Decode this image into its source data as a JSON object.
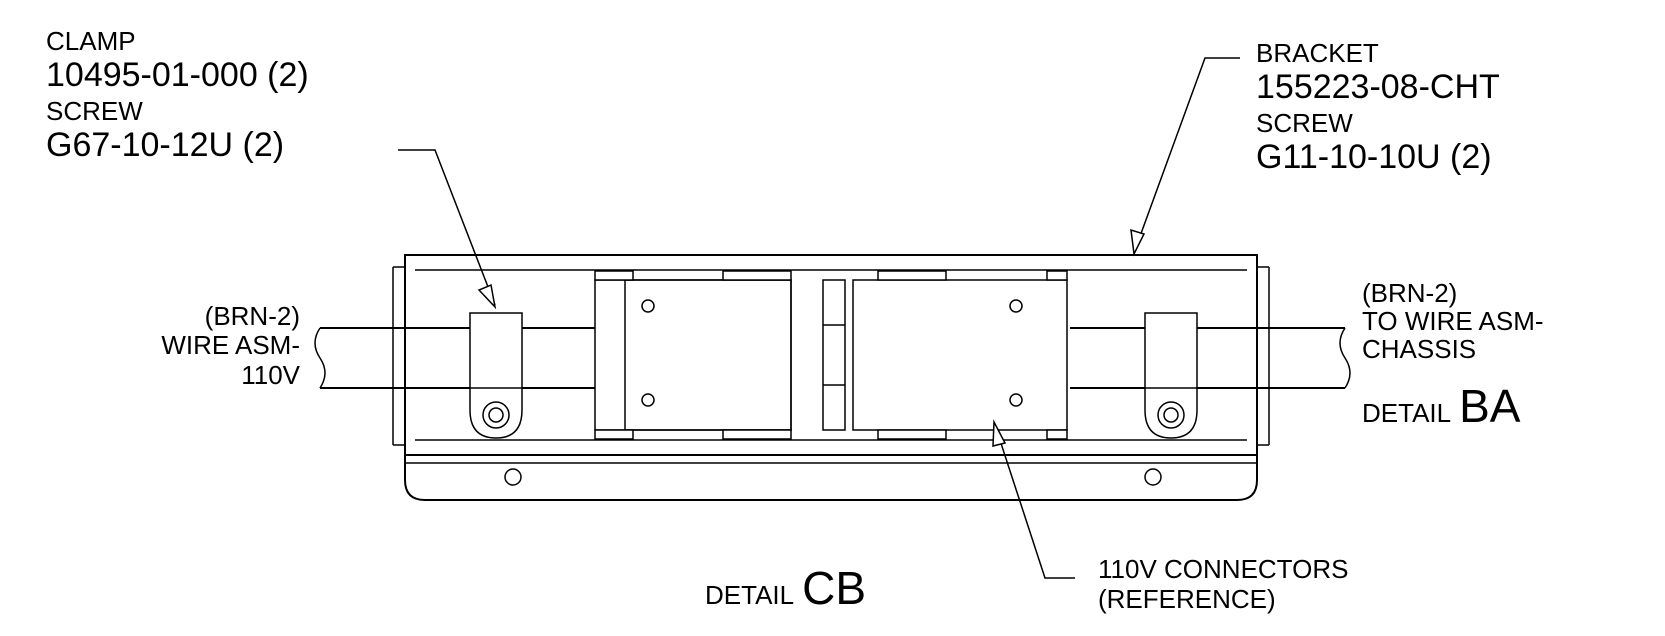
{
  "labels": {
    "clamp": {
      "title": "CLAMP",
      "part": "10495-01-000 (2)"
    },
    "clamp_screw": {
      "title": "SCREW",
      "part": "G67-10-12U (2)"
    },
    "bracket": {
      "title": "BRACKET",
      "part": "155223-08-CHT"
    },
    "bracket_screw": {
      "title": "SCREW",
      "part": "G11-10-10U (2)"
    },
    "left_wire": {
      "line1": "(BRN-2)",
      "line2": "WIRE ASM-",
      "line3": "110V"
    },
    "right_wire": {
      "line1": "(BRN-2)",
      "line2": "TO WIRE ASM-",
      "line3": "CHASSIS",
      "detail_prefix": "DETAIL",
      "detail_id": "BA"
    },
    "connectors": {
      "line1": "110V CONNECTORS",
      "line2": "(REFERENCE)"
    },
    "detail_main": {
      "prefix": "DETAIL",
      "id": "CB"
    }
  }
}
